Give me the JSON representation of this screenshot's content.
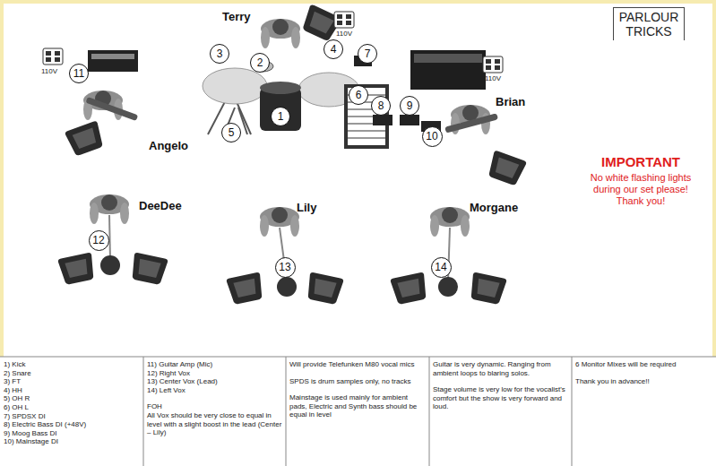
{
  "diagram": {
    "title": "PARLOUR TRICKS",
    "nodes": [
      {
        "text": [
          "11"
        ]
      },
      {
        "text": [
          "3"
        ]
      },
      {
        "text": [
          "2"
        ]
      },
      {
        "text": [
          "4"
        ]
      },
      {
        "text": [
          "7"
        ]
      },
      {
        "text": [
          "6"
        ]
      },
      {
        "text": [
          "1"
        ]
      },
      {
        "text": [
          "5"
        ]
      },
      {
        "text": [
          "8"
        ]
      },
      {
        "text": [
          "9"
        ]
      },
      {
        "text": [
          "10"
        ]
      },
      {
        "text": [
          "12"
        ]
      },
      {
        "text": [
          "13"
        ]
      },
      {
        "text": [
          "14"
        ]
      }
    ],
    "labels": [
      "Terry",
      "Angelo",
      "Brian",
      "DeeDee",
      "Lily",
      "Morgane",
      "110V",
      "110V",
      "110V",
      "IMPORTANT",
      "No white flashing lights during our set please! Thank you!",
      "1) Kick",
      "2) Snare",
      "3) FT",
      "4) HH",
      "5) OH R",
      "6) OH L",
      "7) SPDSX DI",
      "8) Electric Bass DI (+48V)",
      "9) Moog Bass DI",
      "10) Mainstage DI",
      "11) Guitar Amp (Mic)",
      "12) Right Vox",
      "13) Center Vox (Lead)",
      "14) Left Vox",
      "FOH",
      "All Vox should be very close to equal in level with a slight boost in the lead (Center – Lily)",
      "Will provide Telefunken M80 vocal mics",
      "SPDS is drum samples only, no tracks",
      "Mainstage is used mainly for ambient pads, Electric and Synth bass should be equal in level",
      "Guitar is very dynamic. Ranging from ambient loops to blaring solos.",
      "Stage volume is very low for the vocalist's comfort but the show is very forward and loud.",
      "6 Monitor Mixes will be required",
      "Thank you in advance!!"
    ]
  }
}
